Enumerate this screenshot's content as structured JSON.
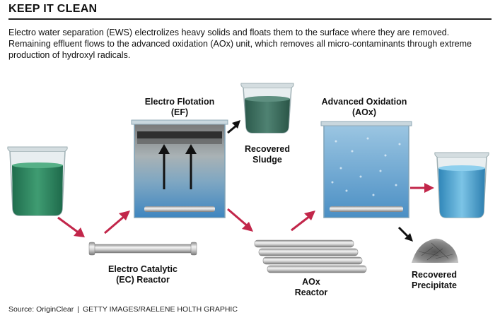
{
  "title": "KEEP IT CLEAN",
  "intro": "Electro water separation (EWS) electrolizes heavy solids and floats them to the surface where they are removed. Remaining effluent flows to the advanced oxidation (AOx) unit, which removes all micro-contaminants through extreme production of hydroxyl radicals.",
  "stages": {
    "ef": {
      "line1": "Electro Flotation",
      "line2": "(EF)"
    },
    "sludge": {
      "line1": "Recovered",
      "line2": "Sludge"
    },
    "aox": {
      "line1": "Advanced Oxidation",
      "line2": "(AOx)"
    },
    "ec": {
      "line1": "Electro Catalytic",
      "line2": "(EC) Reactor"
    },
    "aox_reactor": {
      "line1": "AOx",
      "line2": "Reactor"
    },
    "precipitate": {
      "line1": "Recovered",
      "line2": "Precipitate"
    }
  },
  "source": {
    "credit": "Source: OriginClear",
    "separator": "|",
    "graphic": "GETTY IMAGES/RAELENE HOLTH GRAPHIC"
  },
  "colors": {
    "flow_arrow": "#c2264a",
    "green_water": "#2f8b63",
    "sludge_water": "#3c6e5e",
    "blue_water": "#4d8fc4",
    "clean_water": "#4aa2cf"
  }
}
